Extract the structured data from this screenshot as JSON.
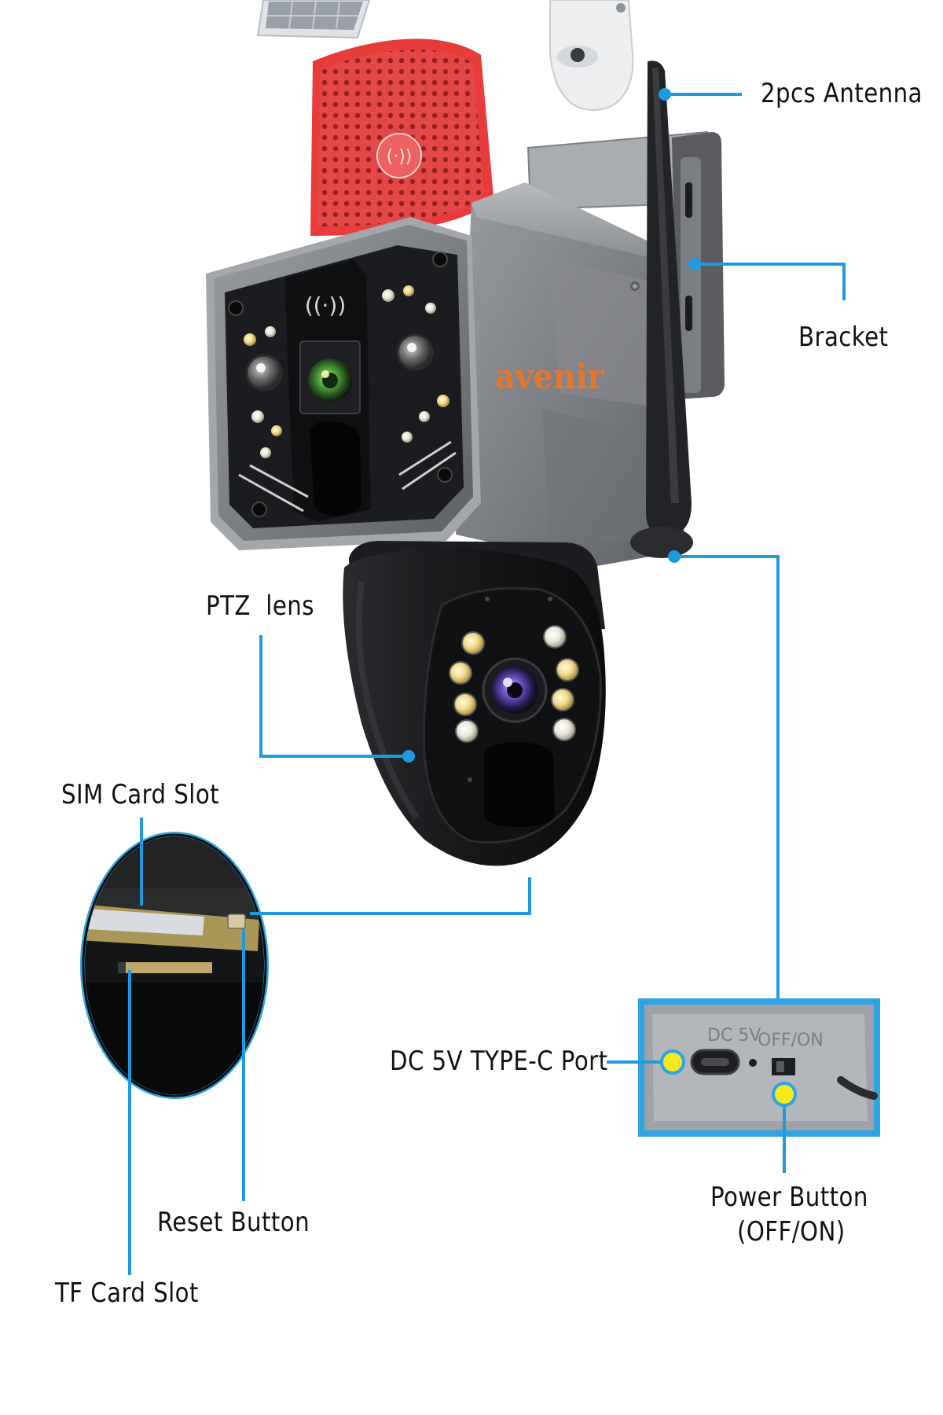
{
  "brand": "avenir",
  "labels": {
    "antenna": "2pcs Antenna",
    "bracket": "Bracket",
    "ptz_lens": "PTZ  lens",
    "sim_card_slot": "SIM Card Slot",
    "reset_button": "Reset Button",
    "tf_card_slot": "TF Card Slot",
    "dc_port": "DC 5V TYPE-C Port",
    "power_button_line1": "Power Button",
    "power_button_line2": "(OFF/ON)"
  },
  "panel_text": {
    "dc5v": "DC 5V",
    "offon": "OFF/ON"
  },
  "colors": {
    "callout_line": "#1e9be0",
    "highlight_dot": "#f6ea1a",
    "brand": "#e8752e",
    "speaker_red": "#e83b3b",
    "body_gray": "#7c7f84",
    "faceplate": "#1b1c1f"
  }
}
